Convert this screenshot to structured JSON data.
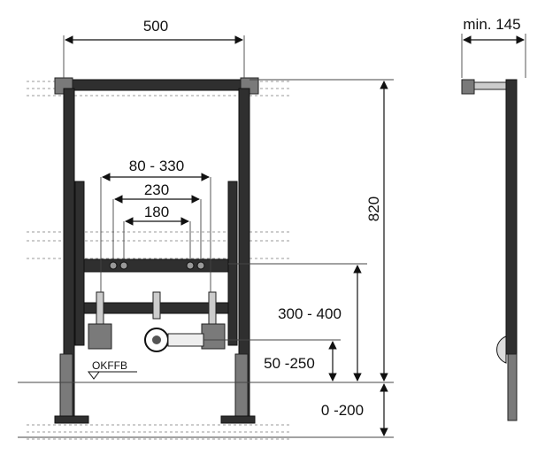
{
  "dimensions": {
    "width_label": "500",
    "depth_label": "min. 145",
    "height_label": "820",
    "spacing_outer_label": "80 - 330",
    "spacing_mid_label": "230",
    "spacing_inner_label": "180",
    "crossbar_height_label": "300 - 400",
    "outlet_height_label": "50 -250",
    "foot_adjust_label": "0 -200"
  },
  "floor_reference_label": "OKFFB"
}
